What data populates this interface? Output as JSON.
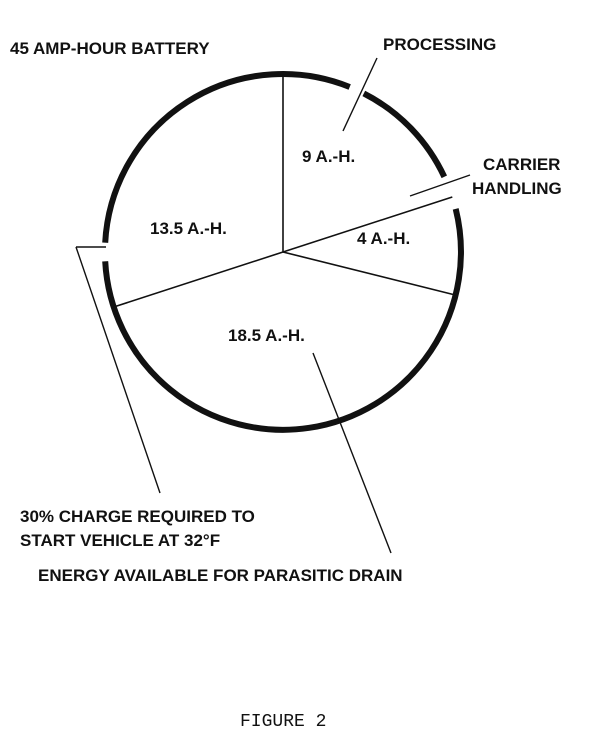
{
  "chart_data": {
    "type": "pie",
    "title": "45 AMP-HOUR BATTERY",
    "total": 45,
    "unit": "A.-H.",
    "slices": [
      {
        "value": 9,
        "label": "9 A.-H.",
        "name": "PROCESSING"
      },
      {
        "value": 4,
        "label": "4 A.-H.",
        "name": "CARRIER HANDLING"
      },
      {
        "value": 18.5,
        "label": "18.5 A.-H.",
        "name": "ENERGY AVAILABLE FOR PARASITIC DRAIN"
      },
      {
        "value": 13.5,
        "label": "13.5 A.-H.",
        "name": "30% CHARGE REQUIRED TO START VEHICLE AT 32°F"
      }
    ],
    "callouts": {
      "processing": "PROCESSING",
      "carrier_line1": "CARRIER",
      "carrier_line2": "HANDLING",
      "charge_line1": "30% CHARGE REQUIRED TO",
      "charge_line2": "START VEHICLE AT 32°F",
      "parasitic": "ENERGY AVAILABLE FOR PARASITIC DRAIN"
    },
    "caption": "FIGURE 2"
  }
}
